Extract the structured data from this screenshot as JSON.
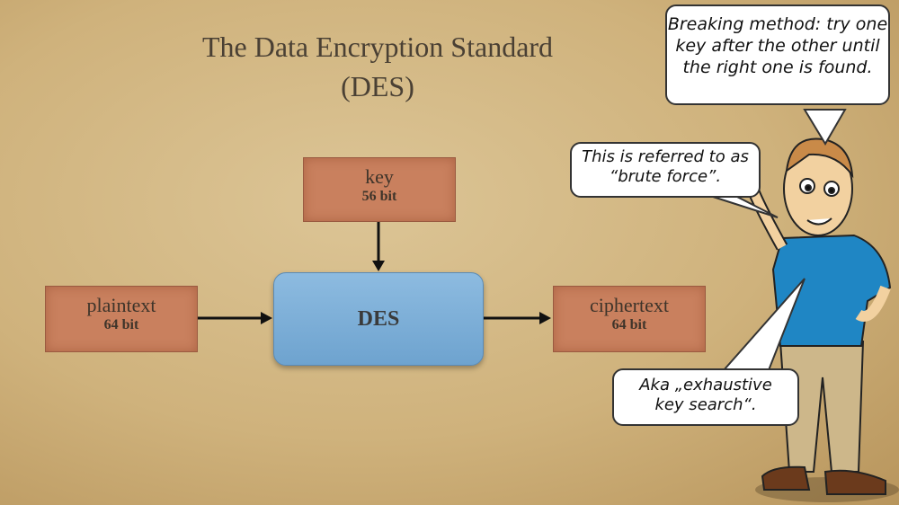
{
  "title": {
    "line1": "The Data Encryption Standard",
    "line2": "(DES)"
  },
  "key": {
    "label": "key",
    "bits": "56 bit"
  },
  "plaintext": {
    "label": "plaintext",
    "bits": "64 bit"
  },
  "des": {
    "label": "DES"
  },
  "ciphertext": {
    "label": "ciphertext",
    "bits": "64 bit"
  },
  "bubbles": {
    "breaking": "Breaking method: try one key after the other until the right one is found.",
    "brute": "This is referred to as “brute force”.",
    "aka": "Aka „exhaustive key search“."
  }
}
